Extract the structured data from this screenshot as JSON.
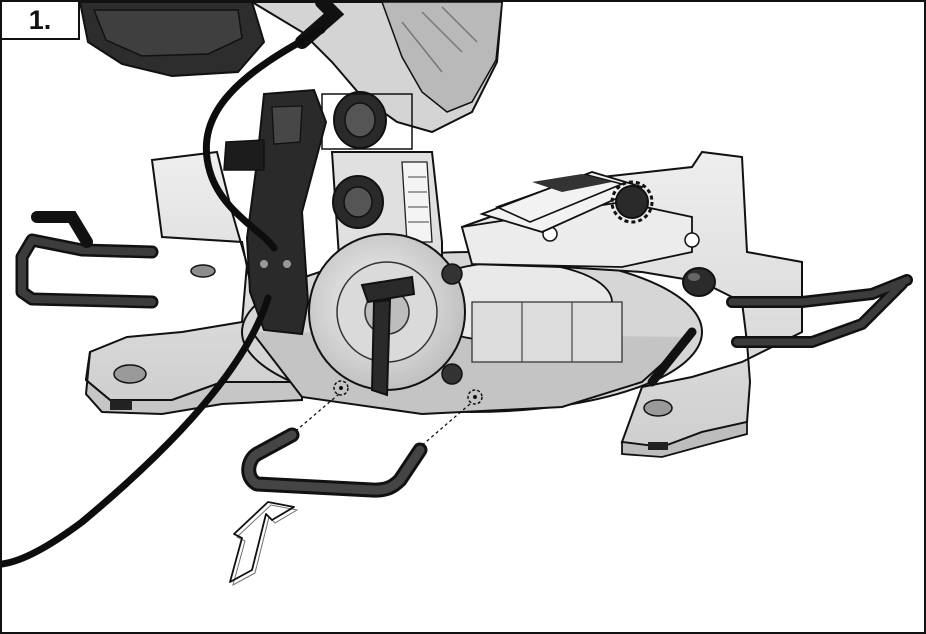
{
  "figure": {
    "step_label": "1."
  },
  "colors": {
    "body_light": "#e4e4e4",
    "body_mid": "#c9c9c9",
    "body_shade": "#a8a8a8",
    "dark_part": "#2a2a2a",
    "cable": "#0d0d0d",
    "outline": "#1a1a1a"
  },
  "icons": {
    "insert_arrow": "hollow-arrow-up-right",
    "target_holes": "dashed-circle"
  }
}
